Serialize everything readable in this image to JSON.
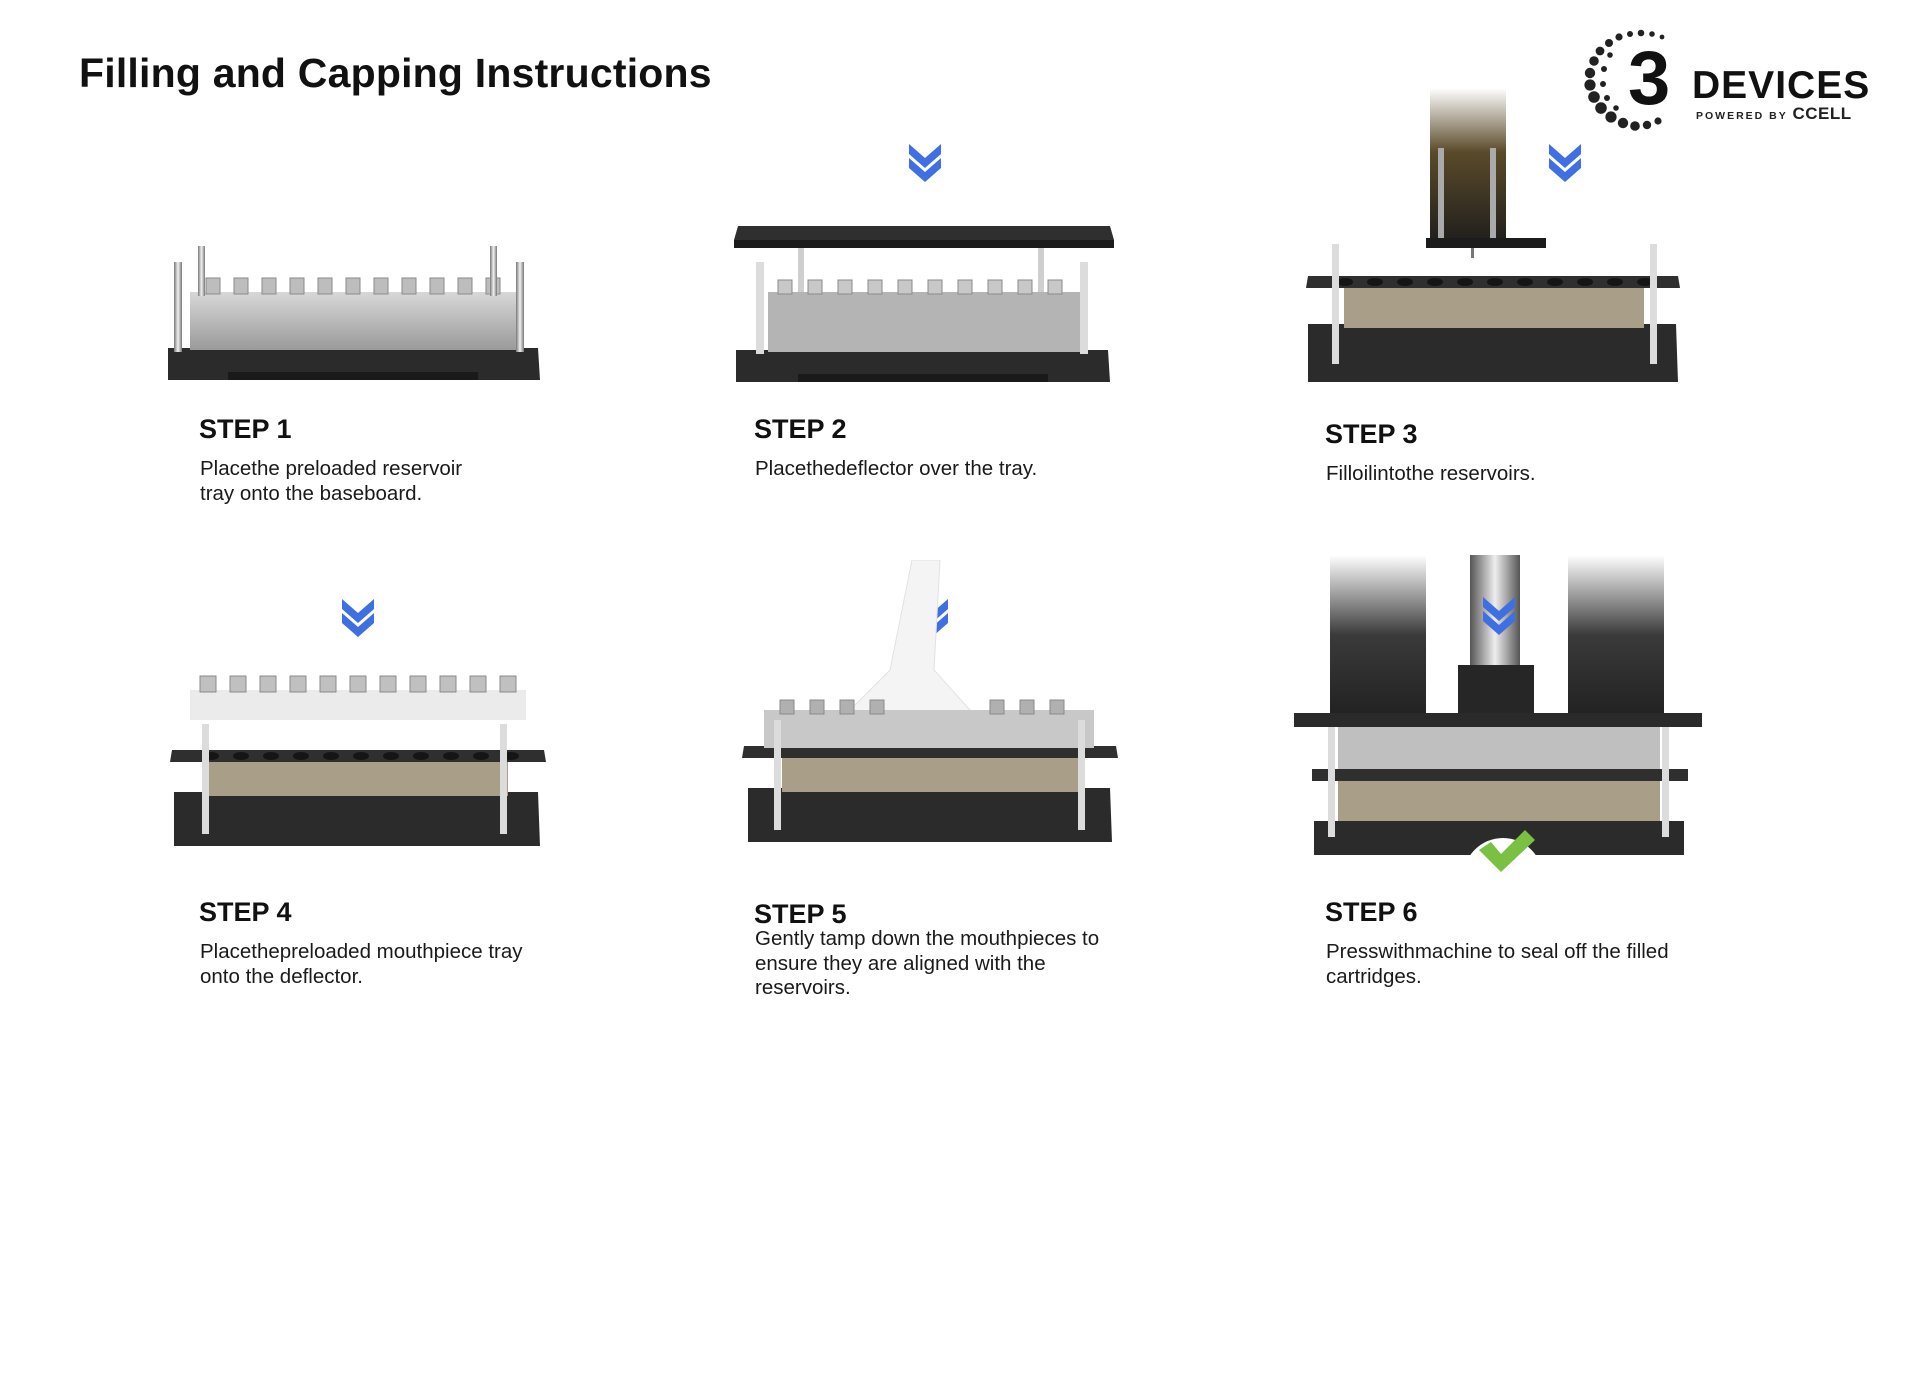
{
  "page": {
    "title": "Filling and Capping Instructions"
  },
  "logo": {
    "brand": "DEVICES",
    "powered_by": "POWERED BY",
    "partner": "CCELL",
    "mark": "3"
  },
  "steps": [
    {
      "title": "STEP 1",
      "desc_lines": [
        "Placethe preloaded reservoir",
        "tray onto the baseboard."
      ]
    },
    {
      "title": "STEP 2",
      "desc_lines": [
        "Placethedeflector over the tray."
      ]
    },
    {
      "title": "STEP 3",
      "desc_lines": [
        "Filloilintothe reservoirs."
      ]
    },
    {
      "title": "STEP 4",
      "desc_lines": [
        "Placethepreloaded mouthpiece tray",
        "onto the deflector."
      ]
    },
    {
      "title": "STEP 5",
      "desc_lines": [
        "Gently tamp down the mouthpieces to",
        "ensure they are aligned with the",
        "reservoirs."
      ]
    },
    {
      "title": "STEP 6",
      "desc_lines": [
        "Presswithmachine to seal off the filled",
        "cartridges."
      ]
    }
  ],
  "colors": {
    "arrow": "#3f6fe0",
    "check": "#7ac143",
    "base": "#2b2b2b"
  },
  "icons": {
    "arrow": "chevron-double-down-icon",
    "check": "check-icon"
  }
}
